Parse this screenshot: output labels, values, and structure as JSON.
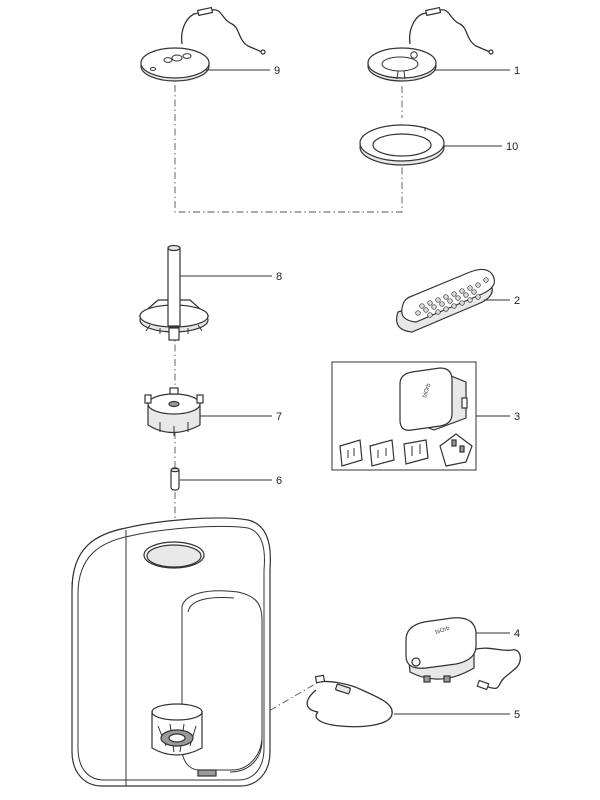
{
  "callouts": {
    "c1": "1",
    "c2": "2",
    "c3": "3",
    "c4": "4",
    "c5": "5",
    "c6": "6",
    "c7": "7",
    "c8": "8",
    "c9": "9",
    "c10": "10"
  },
  "brand_marks": {
    "power_supply_label": "biOrb",
    "air_pump_label": "biOrb"
  }
}
